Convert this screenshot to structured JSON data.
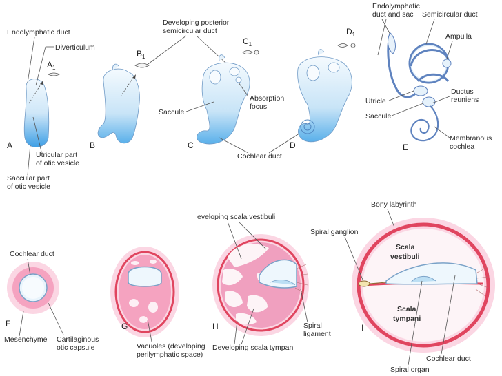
{
  "panels": {
    "A": {
      "letter": "A",
      "mini_letter": "A",
      "mini_sub": "1",
      "labels": {
        "endolymphatic_duct": "Endolymphatic duct",
        "diverticulum": "Diverticulum",
        "utricular_1": "Utricular part",
        "utricular_2": "of otic vesicle",
        "saccular_1": "Saccular part",
        "saccular_2": "of otic vesicle"
      }
    },
    "B": {
      "letter": "B",
      "mini_letter": "B",
      "mini_sub": "1",
      "labels": {
        "dev_post_1": "Developing posterior",
        "dev_post_2": "semicircular duct"
      }
    },
    "C": {
      "letter": "C",
      "mini_letter": "C",
      "mini_sub": "1",
      "labels": {
        "saccule": "Saccule",
        "absorption_1": "Absorption",
        "absorption_2": "focus",
        "cochlear_duct": "Cochlear duct"
      }
    },
    "D": {
      "letter": "D",
      "mini_letter": "D",
      "mini_sub": "1"
    },
    "E": {
      "letter": "E",
      "labels": {
        "endo_sac_1": "Endolymphatic",
        "endo_sac_2": "duct and sac",
        "semicircular_duct": "Semicircular duct",
        "ampulla": "Ampulla",
        "utricle": "Utricle",
        "saccule": "Saccule",
        "ductus_1": "Ductus",
        "ductus_2": "reuniens",
        "membranous_1": "Membranous",
        "membranous_2": "cochlea"
      }
    },
    "F": {
      "letter": "F",
      "labels": {
        "cochlear_duct": "Cochlear duct",
        "mesenchyme": "Mesenchyme",
        "cartilaginous_1": "Cartilaginous",
        "cartilaginous_2": "otic capsule"
      }
    },
    "G": {
      "letter": "G",
      "labels": {
        "vacuoles_1": "Vacuoles (developing",
        "vacuoles_2": "perilymphatic space)"
      }
    },
    "H": {
      "letter": "H",
      "labels": {
        "dev_scala_vestibuli": "eveloping scala vestibuli",
        "spiral_1": "Spiral",
        "spiral_2": "ligament",
        "dev_scala_tympani": "Developing scala tympani"
      }
    },
    "I": {
      "letter": "I",
      "labels": {
        "bony_labyrinth": "Bony labyrinth",
        "spiral_ganglion": "Spiral ganglion",
        "scala_vestibuli_1": "Scala",
        "scala_vestibuli_2": "vestibuli",
        "scala_tympani_1": "Scala",
        "scala_tympani_2": "tympani",
        "cochlear_duct": "Cochlear duct",
        "spiral_organ": "Spiral organ"
      }
    }
  },
  "colors": {
    "vesicle_light": "#eaf5fd",
    "vesicle_blue": "#4aa8e8",
    "vesicle_outline": "#5b87b8",
    "membranous_duct": "#5f83bf",
    "pink_outer": "#f8c8d8",
    "pink_mid": "#f09ab8",
    "bone_red": "#e0455f",
    "cavity": "#fdf4f7",
    "duct_fill": "#bcdff4"
  }
}
